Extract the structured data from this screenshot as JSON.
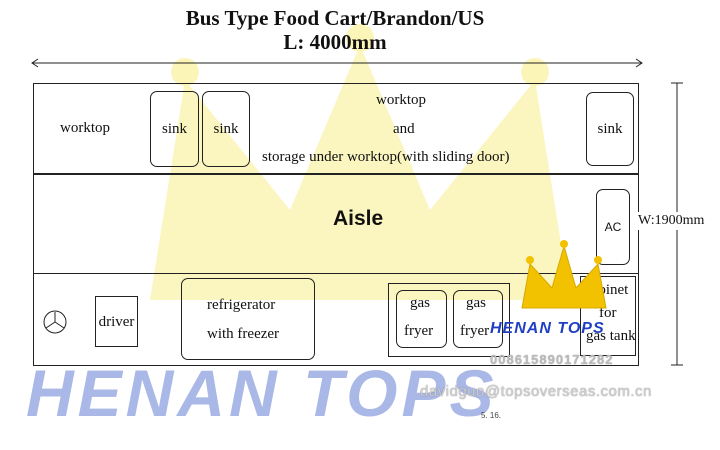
{
  "title": {
    "line1": "Bus Type Food Cart/Brandon/US",
    "line2": "L: 4000mm"
  },
  "dimensions": {
    "width_label": "W:1900mm"
  },
  "top_row": {
    "worktop_left": "worktop",
    "sink1": "sink",
    "sink2": "sink",
    "center_line1": "worktop",
    "center_line2": "and",
    "center_line3": "storage under worktop(with sliding door)",
    "sink_right": "sink"
  },
  "middle": {
    "aisle": "Aisle",
    "ac": "AC"
  },
  "bottom_row": {
    "driver": "driver",
    "fridge_line1": "refrigerator",
    "fridge_line2": "with freezer",
    "fryer1_line1": "gas",
    "fryer1_line2": "fryer",
    "fryer2_line1": "gas",
    "fryer2_line2": "fryer",
    "cabinet_line1": "cabinet",
    "cabinet_line2": "for",
    "cabinet_line3": "gas tank"
  },
  "branding": {
    "logo_text": "HENAN TOPS",
    "phone": "008615890171282",
    "watermark": "HENAN TOPS",
    "email": "davidguo@topsoverseas.com.cn",
    "page_num": "5. 16."
  },
  "colors": {
    "watermark_yellow": "#f7f0a0",
    "watermark_blue": "#a9b8e6",
    "logo_blue": "#1f3fc4",
    "crown_gold": "#f2c200"
  }
}
